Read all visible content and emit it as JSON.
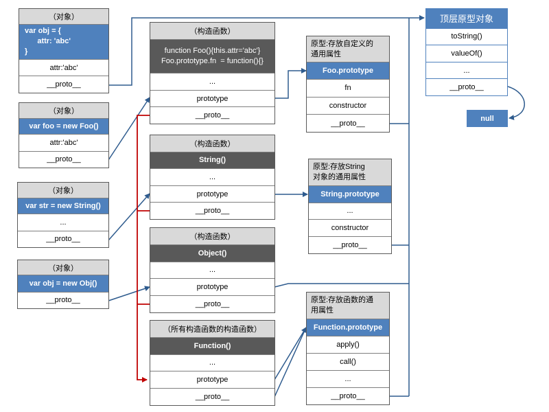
{
  "objects": [
    {
      "header": "（对象）",
      "title": "var obj = {\n      attr: 'abc'\n}",
      "fields": [
        "attr:'abc'",
        "__proto__"
      ]
    },
    {
      "header": "（对象）",
      "title": "var foo = new Foo()",
      "fields": [
        "attr:'abc'",
        "__proto__"
      ]
    },
    {
      "header": "（对象）",
      "title": "var str = new String()",
      "fields": [
        "...",
        "__proto__"
      ]
    },
    {
      "header": "（对象）",
      "title": "var obj = new Obj()",
      "fields": [
        "__proto__"
      ]
    }
  ],
  "constructors": [
    {
      "header": "（构造函数）",
      "title": "function Foo(){this.attr='abc'}\nFoo.prototype.fn  = function(){}",
      "fields": [
        "...",
        "prototype",
        "__proto__"
      ]
    },
    {
      "header": "（构造函数）",
      "title": "String()",
      "fields": [
        "...",
        "prototype",
        "__proto__"
      ]
    },
    {
      "header": "（构造函数）",
      "title": "Object()",
      "fields": [
        "...",
        "prototype",
        "__proto__"
      ]
    },
    {
      "header": "（所有构造函数的构造函数）",
      "title": "Function()",
      "fields": [
        "...",
        "prototype",
        "__proto__"
      ]
    }
  ],
  "prototypes": [
    {
      "caption": "原型:存放自定义的\n通用属性",
      "title": "Foo.prototype",
      "fields": [
        "fn",
        "constructor",
        "__proto__"
      ]
    },
    {
      "caption": "原型:存放String\n对象的通用属性",
      "title": "String.prototype",
      "fields": [
        "...",
        "constructor",
        "__proto__"
      ]
    },
    {
      "caption": "原型:存放函数的通\n用属性",
      "title": "Function.prototype",
      "fields": [
        "apply()",
        "call()",
        "...",
        "__proto__"
      ]
    }
  ],
  "top": {
    "title": "顶层原型对象",
    "fields": [
      "toString()",
      "valueOf()",
      "...",
      "__proto__"
    ]
  },
  "null_label": "null",
  "colors": {
    "blue": "#4f81bd",
    "dark": "#595959",
    "header": "#d9d9d9",
    "arrow_blue": "#2e5b8e",
    "arrow_red": "#c00000"
  }
}
